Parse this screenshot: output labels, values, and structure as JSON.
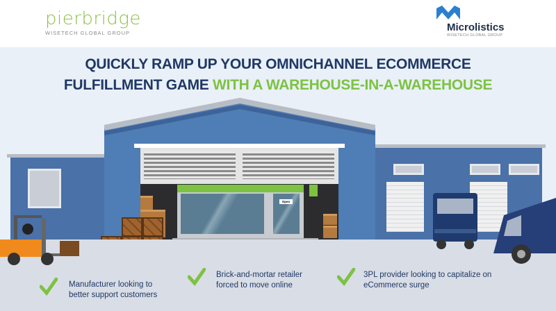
{
  "header": {
    "left_logo": {
      "name": "pierbridge",
      "tagline": "WISETECH GLOBAL GROUP"
    },
    "right_logo": {
      "name": "Microlistics",
      "tagline": "WISETECH GLOBAL GROUP"
    }
  },
  "title": {
    "line1": "QUICKLY RAMP UP YOUR OMNICHANNEL ECOMMERCE",
    "line2_dark": "FULFILLMENT GAME ",
    "line2_green": "WITH A WAREHOUSE-IN-A-WAREHOUSE"
  },
  "store": {
    "sign": "Open"
  },
  "points": [
    {
      "icon": "check-icon",
      "text_line1": "Manufacturer looking to",
      "text_line2": "better support customers"
    },
    {
      "icon": "check-icon",
      "text_line1": "Brick-and-mortar retailer",
      "text_line2": "forced to move online"
    },
    {
      "icon": "check-icon",
      "text_line1": "3PL provider looking to capitalize on",
      "text_line2": "eCommerce surge"
    }
  ],
  "colors": {
    "navy": "#1f3864",
    "green": "#7dc242",
    "building": "#4f7db5"
  }
}
